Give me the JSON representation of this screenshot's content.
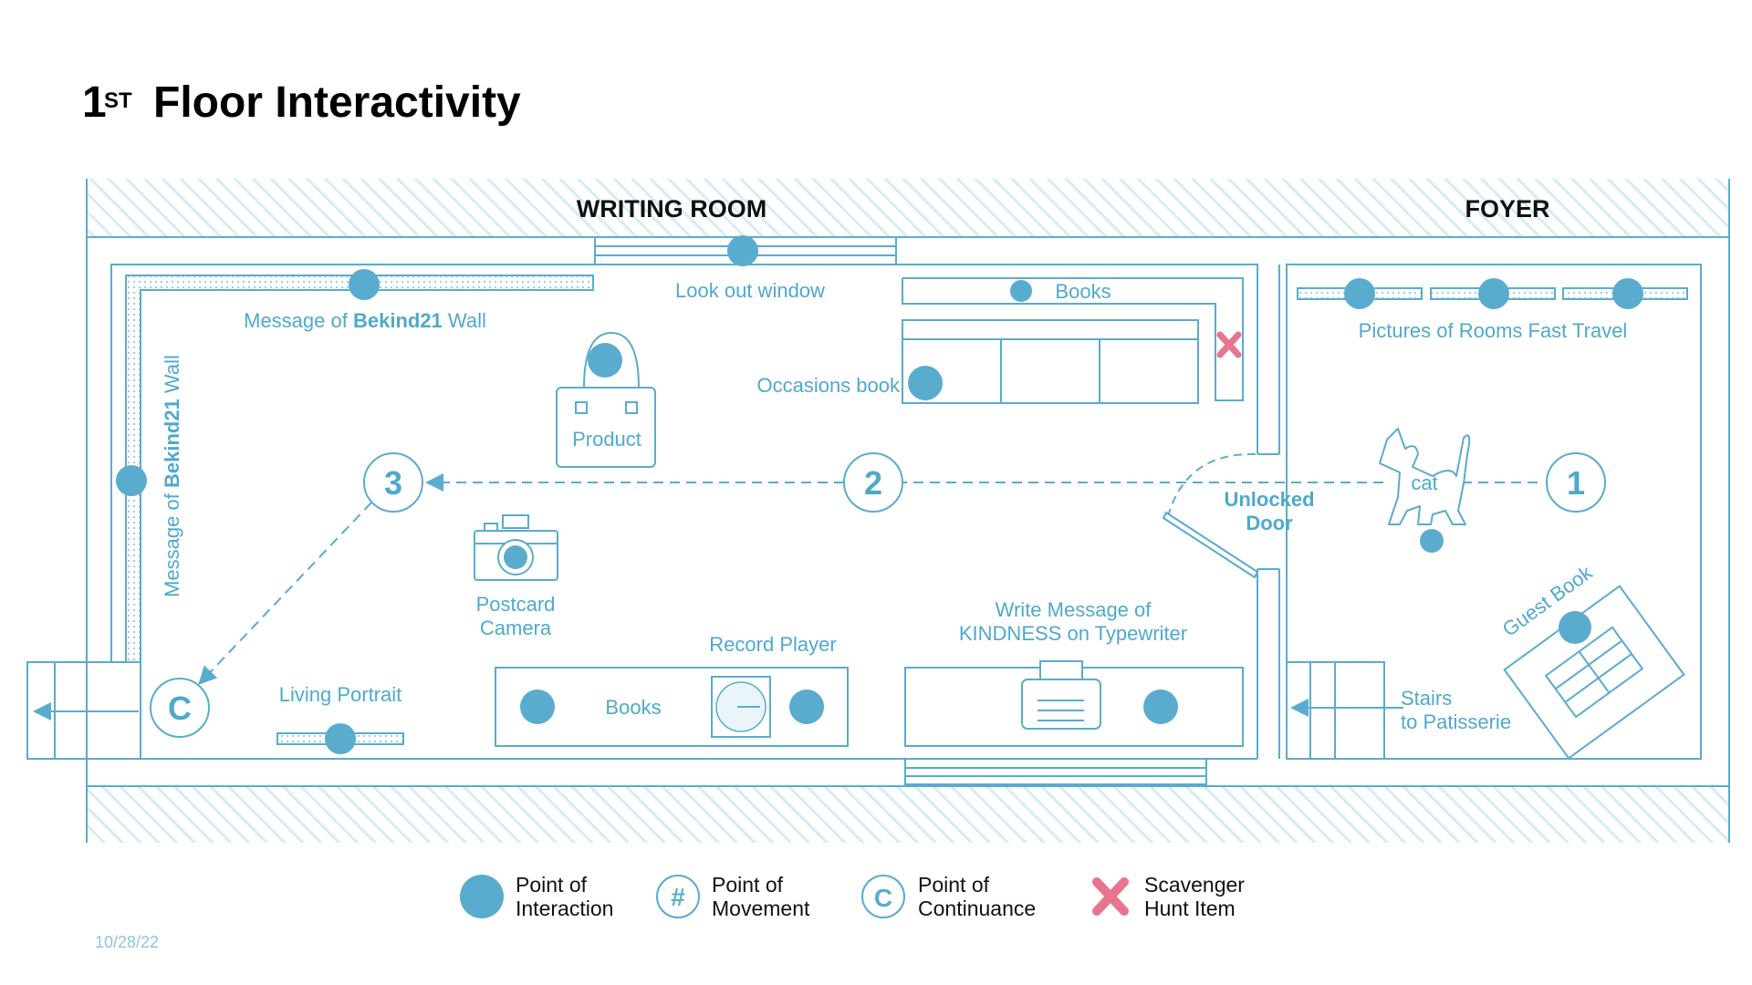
{
  "title": {
    "number": "1",
    "superscript": "ST",
    "text": "Floor Interactivity"
  },
  "rooms": {
    "writing_room": "WRITING ROOM",
    "foyer": "FOYER"
  },
  "labels": {
    "look_out_window": "Look out window",
    "books_shelf": "Books",
    "message_wall_top_pre": "Message of ",
    "message_wall_top_bold": "Bekind21",
    "message_wall_top_post": " Wall",
    "message_wall_side_pre": "Message of ",
    "message_wall_side_bold": "Bekind21",
    "message_wall_side_post": " Wall",
    "product": "Product",
    "occasions_book": "Occasions book",
    "pictures_fast_travel": "Pictures of Rooms Fast Travel",
    "unlocked_door_1": "Unlocked",
    "unlocked_door_2": "Door",
    "cat": "cat",
    "postcard_camera_1": "Postcard",
    "postcard_camera_2": "Camera",
    "record_player": "Record Player",
    "write_message_1": "Write Message of",
    "write_message_2": "KINDNESS on Typewriter",
    "guest_book": "Guest Book",
    "living_portrait": "Living Portrait",
    "books_bottom": "Books",
    "stairs_1": "Stairs",
    "stairs_2": "to Patisserie"
  },
  "markers": {
    "m1": "1",
    "m2": "2",
    "m3": "3",
    "mc": "C"
  },
  "legend": {
    "interaction_1": "Point of",
    "interaction_2": "Interaction",
    "movement_1": "Point of",
    "movement_2": "Movement",
    "movement_symbol": "#",
    "continuance_1": "Point of",
    "continuance_2": "Continuance",
    "continuance_symbol": "C",
    "scavenger_1": "Scavenger",
    "scavenger_2": "Hunt  Item"
  },
  "date": "10/28/22",
  "colors": {
    "line": "#59acce",
    "point": "#59acce",
    "scavenger": "#e8748f",
    "hatch": "#d7ecf4",
    "text": "#111111"
  }
}
